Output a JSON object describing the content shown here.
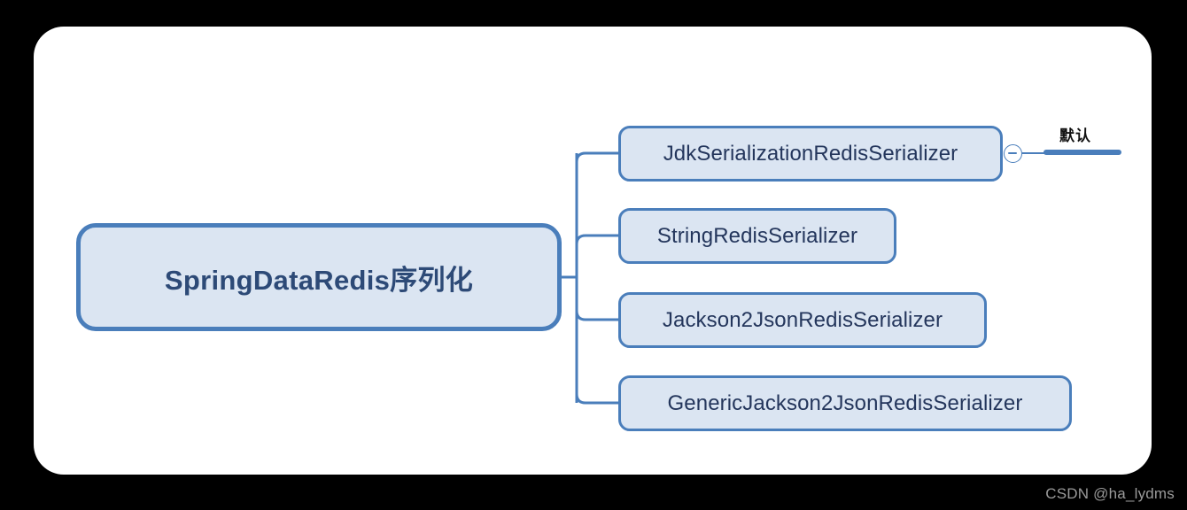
{
  "canvas": {
    "background_color": "#000000",
    "card_color": "#ffffff"
  },
  "theme": {
    "node_fill": "#dbe5f2",
    "node_border": "#4a7ebb",
    "root_text_color": "#2d4a77",
    "child_text_color": "#24365c",
    "connector_color": "#4a7ebb",
    "label_text_color": "#111111",
    "watermark_color": "#9a9a9a"
  },
  "mindmap": {
    "root": {
      "label": "SpringDataRedis序列化"
    },
    "children": [
      {
        "label": "JdkSerializationRedisSerializer",
        "has_collapse_toggle": true,
        "collapse_icon": "circle-minus-icon",
        "branch_label": "默认"
      },
      {
        "label": "StringRedisSerializer",
        "has_collapse_toggle": false
      },
      {
        "label": "Jackson2JsonRedisSerializer",
        "has_collapse_toggle": false
      },
      {
        "label": "GenericJackson2JsonRedisSerializer",
        "has_collapse_toggle": false
      }
    ]
  },
  "watermark": {
    "text": "CSDN @ha_lydms"
  }
}
